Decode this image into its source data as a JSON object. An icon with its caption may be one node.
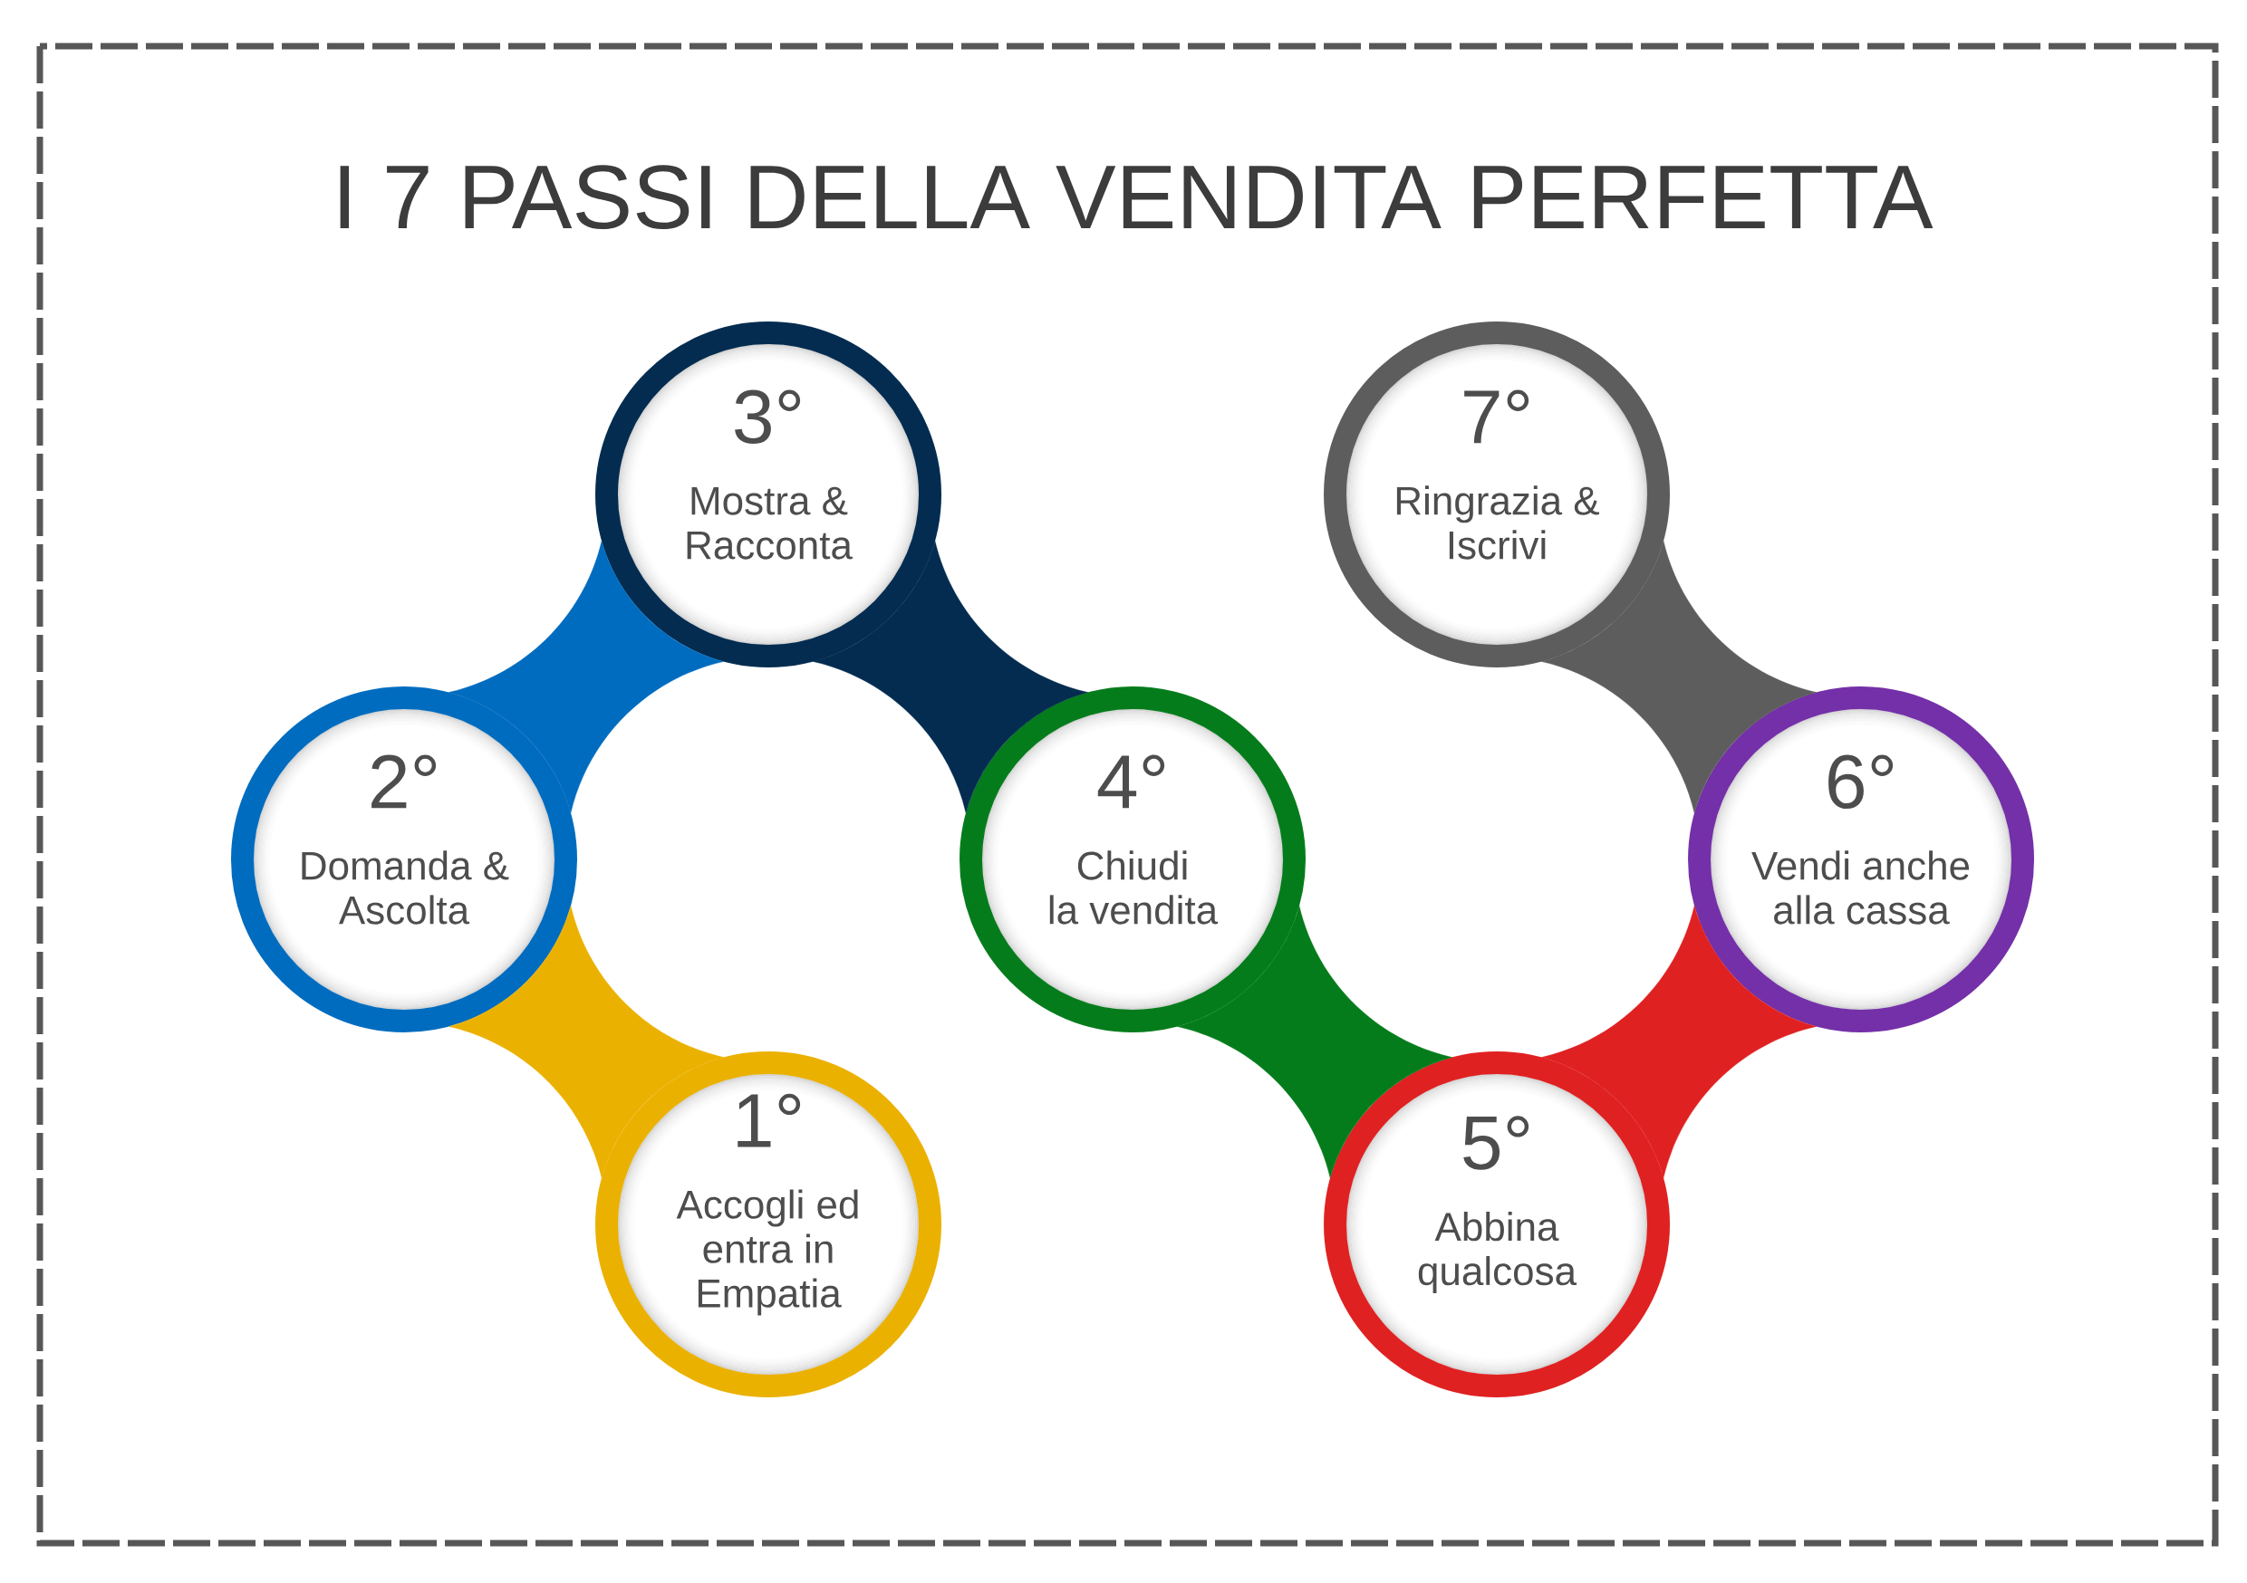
{
  "diagram": {
    "title": "I 7 PASSI DELLA VENDITA PERFETTA",
    "nodes": [
      {
        "text": [
          "1°",
          "Accogli ed entra in Empatia"
        ]
      },
      {
        "text": [
          "2°",
          "Domanda & Ascolta"
        ]
      },
      {
        "text": [
          "3°",
          "Mostra & Racconta"
        ]
      },
      {
        "text": [
          "4°",
          "Chiudi la vendita"
        ]
      },
      {
        "text": [
          "5°",
          "Abbina qualcosa"
        ]
      },
      {
        "text": [
          "6°",
          "Vendi anche alla cassa"
        ]
      },
      {
        "text": [
          "7°",
          "Ringrazia & Iscrivi"
        ]
      }
    ],
    "edges": [
      {
        "from": 0,
        "to": 1,
        "arrow": "none",
        "color": "#ebb100"
      },
      {
        "from": 1,
        "to": 2,
        "arrow": "none",
        "color": "#006cbf"
      },
      {
        "from": 2,
        "to": 3,
        "arrow": "none",
        "color": "#032c50"
      },
      {
        "from": 3,
        "to": 4,
        "arrow": "none",
        "color": "#057c1b"
      },
      {
        "from": 4,
        "to": 5,
        "arrow": "none",
        "color": "#e02121"
      },
      {
        "from": 5,
        "to": 6,
        "arrow": "none",
        "color": "#5d5d5d"
      }
    ]
  }
}
